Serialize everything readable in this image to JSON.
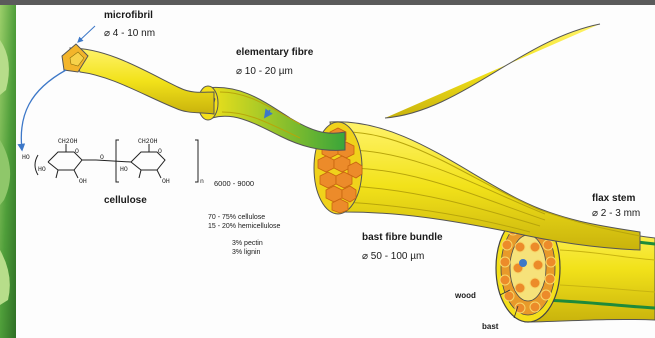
{
  "labels": {
    "microfibril": "microfibril",
    "microfibril_size": "⌀ 4 - 10 nm",
    "elementary_fibre": "elementary fibre",
    "elementary_fibre_size": "⌀ 10 - 20 µm",
    "cellulose": "cellulose",
    "polymerization": "6000 - 9000",
    "composition": [
      "70 - 75% cellulose",
      "15 - 20% hemicellulose"
    ],
    "composition2": [
      "3% pectin",
      "3% lignin"
    ],
    "bast_fibre_bundle": "bast fibre bundle",
    "bast_fibre_bundle_size": "⌀ 50 - 100 µm",
    "flax_stem": "flax stem",
    "flax_stem_size": "⌀ 2 - 3 mm",
    "wood": "wood",
    "bast": "bast"
  },
  "chem": {
    "ch2oh_1": "CH2OH",
    "ch2oh_2": "CH2OH",
    "ho_1": "HO",
    "ho_2": "HO",
    "ho_3": "HO",
    "oh_1": "OH",
    "oh_2": "OH",
    "o_1": "O",
    "o_2": "O",
    "o_3": "O",
    "n": "n"
  },
  "colors": {
    "fibre_yellow": "#f2e21a",
    "fibre_orange": "#f0a030",
    "hex_orange": "#ec8b2a",
    "fibre_green": "#3aa53a",
    "leaf_green": "#4f9e3a",
    "arrow_blue": "#3d78c8"
  }
}
